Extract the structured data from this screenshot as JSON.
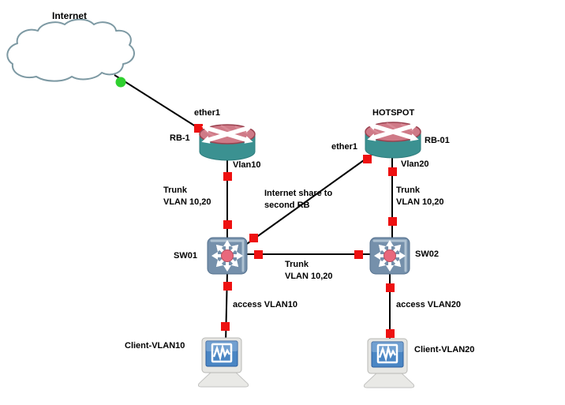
{
  "colors": {
    "canvas-bg": "#ffffff",
    "link": "#000000",
    "port-marker": "#ee1111",
    "cloud-port-marker": "#2fd02f",
    "cloud-outline": "#7d99a3",
    "router-top": "#cf7a87",
    "router-top-edge": "#9a4250",
    "router-body": "#3b9191",
    "router-body-edge": "#2e7d7d",
    "switch-body": "#7590ab",
    "switch-edge": "#54708d",
    "switch-center": "#e8687c",
    "pc-screen": "#4a86c4",
    "label-text": "#000000"
  },
  "nodes": {
    "internet_cloud": {
      "name": "Internet",
      "icon": "cloud-icon"
    },
    "rb1": {
      "name": "RB-1",
      "icon": "router-icon"
    },
    "rb01": {
      "name": "RB-01",
      "hostname": "HOTSPOT",
      "icon": "router-icon"
    },
    "sw01": {
      "name": "SW01",
      "icon": "switch-icon"
    },
    "sw02": {
      "name": "SW02",
      "icon": "switch-icon"
    },
    "client_vlan10": {
      "name": "Client-VLAN10",
      "icon": "workstation-icon"
    },
    "client_vlan20": {
      "name": "Client-VLAN20",
      "icon": "workstation-icon"
    }
  },
  "ports": {
    "rb1_ether1": "ether1",
    "rb1_vlan10": "Vlan10",
    "rb01_ether1": "ether1",
    "rb01_vlan20": "Vlan20"
  },
  "links": {
    "cloud_rb1": {
      "label": ""
    },
    "rb1_sw01": {
      "label": "Trunk\nVLAN 10,20"
    },
    "rb01_sw01": {
      "label": "Internet share to\nsecond RB"
    },
    "rb01_sw02": {
      "label": "Trunk\nVLAN 10,20"
    },
    "sw01_sw02": {
      "label": "Trunk\nVLAN 10,20"
    },
    "sw01_client10": {
      "label": "access VLAN10"
    },
    "sw02_client20": {
      "label": "access VLAN20"
    }
  }
}
